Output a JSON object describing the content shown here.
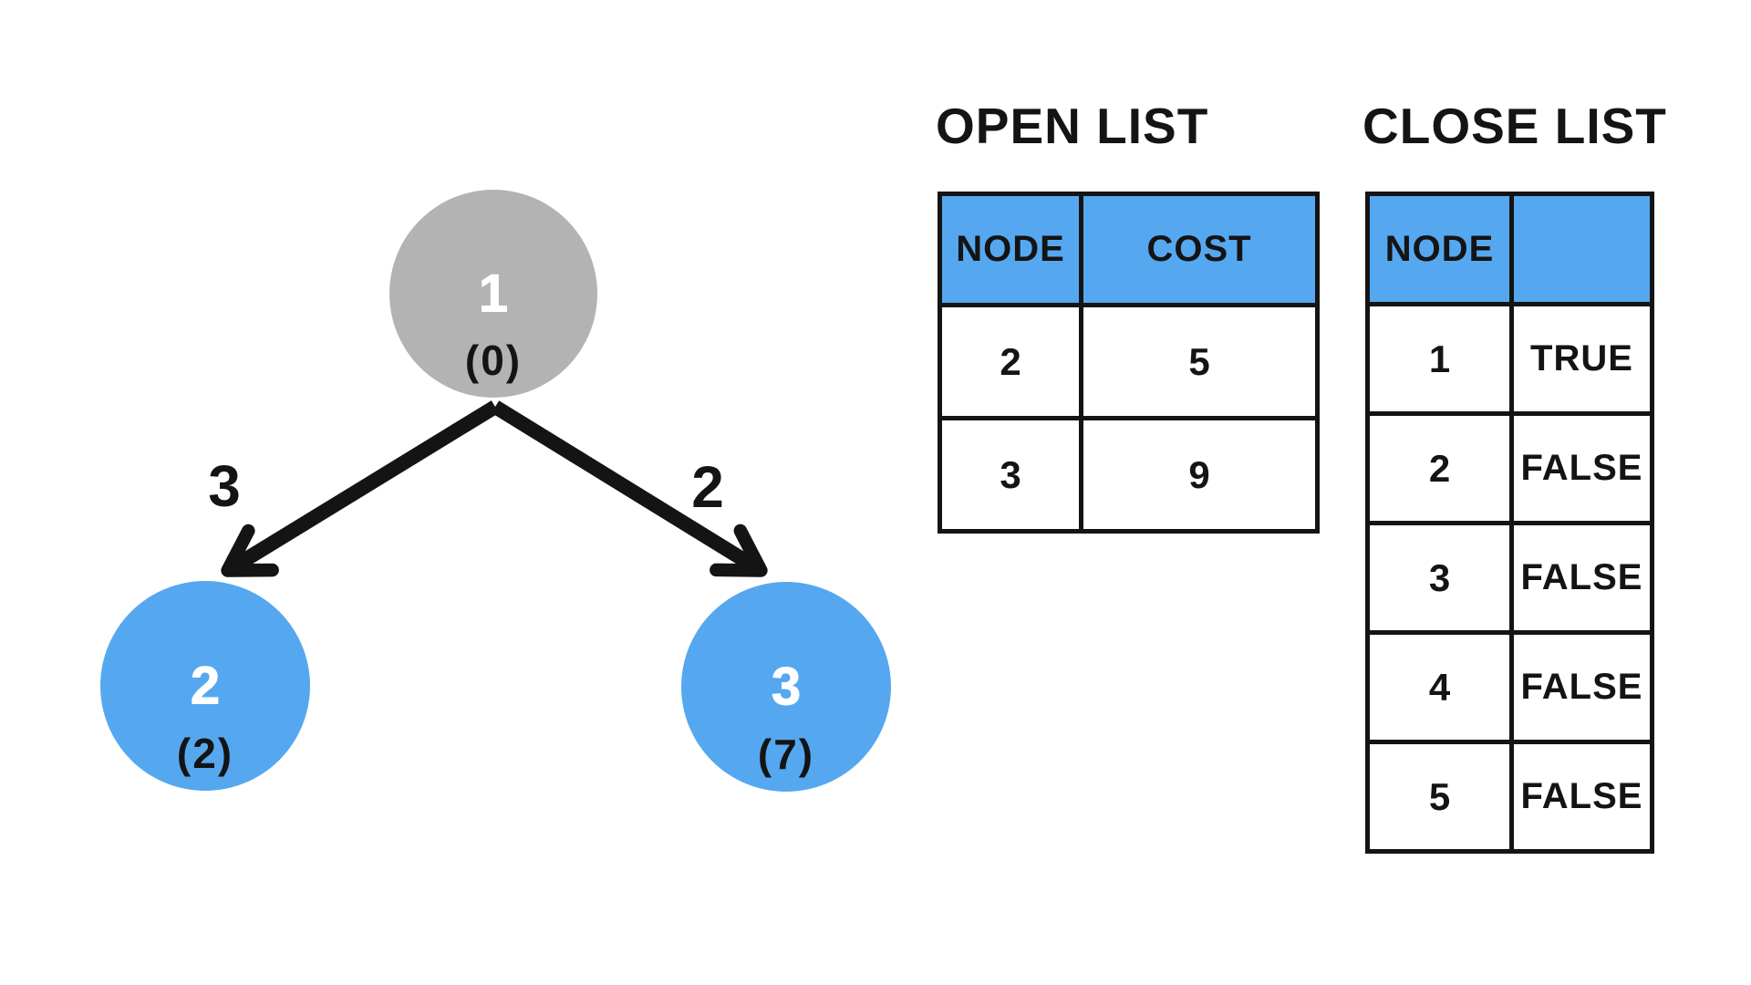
{
  "palette": {
    "accent_blue": "#55a8ef",
    "node_gray": "#b3b3b3",
    "ink": "#141414",
    "background": "#ffffff"
  },
  "graph": {
    "nodes": [
      {
        "label": "1",
        "cost": "(0)",
        "fill": "#b3b3b3"
      },
      {
        "label": "2",
        "cost": "(2)",
        "fill": "#55a8ef"
      },
      {
        "label": "3",
        "cost": "(7)",
        "fill": "#55a8ef"
      }
    ],
    "edges": [
      {
        "from": "1",
        "to": "2",
        "weight": "3"
      },
      {
        "from": "1",
        "to": "3",
        "weight": "2"
      }
    ]
  },
  "open_list": {
    "title": "OPEN LIST",
    "headers": [
      "NODE",
      "COST"
    ],
    "rows": [
      [
        "2",
        "5"
      ],
      [
        "3",
        "9"
      ]
    ]
  },
  "close_list": {
    "title": "CLOSE LIST",
    "headers": [
      "NODE",
      ""
    ],
    "rows": [
      [
        "1",
        "TRUE"
      ],
      [
        "2",
        "FALSE"
      ],
      [
        "3",
        "FALSE"
      ],
      [
        "4",
        "FALSE"
      ],
      [
        "5",
        "FALSE"
      ]
    ]
  }
}
